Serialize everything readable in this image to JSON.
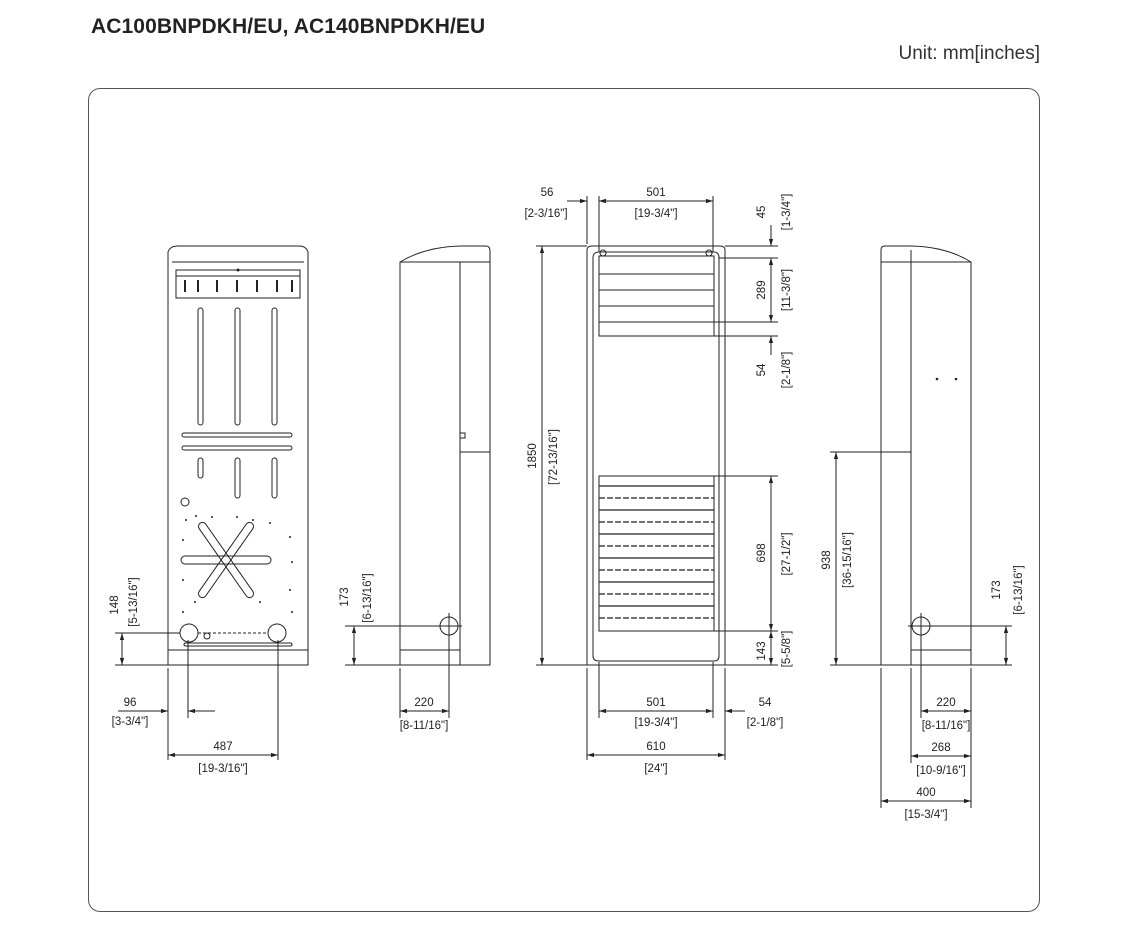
{
  "header": {
    "title": "AC100BNPDKH/EU, AC140BNPDKH/EU",
    "unit": "Unit: mm[inches]"
  },
  "dims": {
    "rear_96": "96",
    "rear_96_in": "[3-3/4\"]",
    "rear_487": "487",
    "rear_487_in": "[19-3/16\"]",
    "rear_148": "148",
    "rear_148_in": "[5-13/16\"]",
    "left_173": "173",
    "left_173_in": "[6-13/16\"]",
    "left_220": "220",
    "left_220_in": "[8-11/16\"]",
    "front_56": "56",
    "front_56_in": "[2-3/16\"]",
    "front_501_top": "501",
    "front_501_top_in": "[19-3/4\"]",
    "front_45": "45",
    "front_45_in": "[1-3/4\"]",
    "front_289": "289",
    "front_289_in": "[11-3/8\"]",
    "front_54_side": "54",
    "front_54_side_in": "[2-1/8\"]",
    "front_1850": "1850",
    "front_1850_in": "[72-13/16\"]",
    "front_698": "698",
    "front_698_in": "[27-1/2\"]",
    "front_143": "143",
    "front_143_in": "[5-5/8\"]",
    "front_501_bottom": "501",
    "front_501_bottom_in": "[19-3/4\"]",
    "front_54_bottom": "54",
    "front_54_bottom_in": "[2-1/8\"]",
    "front_610": "610",
    "front_610_in": "[24\"]",
    "right_938": "938",
    "right_938_in": "[36-15/16\"]",
    "right_173": "173",
    "right_173_in": "[6-13/16\"]",
    "right_220": "220",
    "right_220_in": "[8-11/16\"]",
    "right_268": "268",
    "right_268_in": "[10-9/16\"]",
    "right_400": "400",
    "right_400_in": "[15-3/4\"]"
  }
}
